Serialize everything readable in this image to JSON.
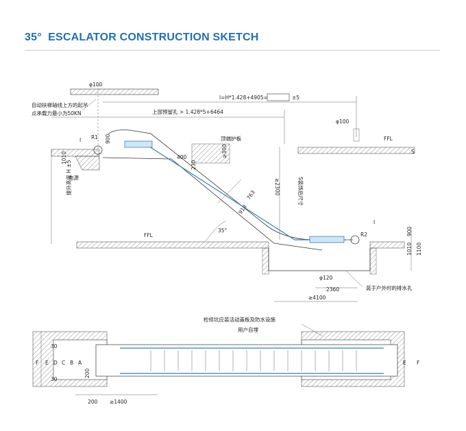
{
  "title": {
    "deg": "35°",
    "text": "ESCALATOR CONSTRUCTION SKETCH"
  },
  "labels": {
    "phi100_top": "φ100",
    "phi100_right": "φ100",
    "phi120": "φ120",
    "formula_l": "l=H*1.428+4905=",
    "formula_tol": "±5",
    "lift_note_1": "自动扶梯轴线上方的起吊",
    "lift_note_2": "点承载力最小为50KN",
    "top_opening": "上部预留孔 > 1.428*5+6464",
    "r1": "R1",
    "r2": "R2",
    "i_left": "I",
    "i_right": "I",
    "d900_top": "900",
    "d1010_left": "1010",
    "power": "电源",
    "top_guard": "顶端护板",
    "d400": "400",
    "d230": "230",
    "d300": "≥300",
    "d2300": "≥2300",
    "s_after": "S装饰后尺寸",
    "rise_height": "提升高度 H ±5",
    "ffl_left": "FFL",
    "ffl_right": "FFL",
    "s_mark": "S",
    "d918": "918",
    "d763": "763",
    "angle": "35°",
    "d900_right": "900",
    "d1010_right": "1010",
    "d1100": "1100",
    "d2360": "2360",
    "d4100": "≥4100",
    "drain": "装于户外时的排水孔",
    "pit_note": "检修坑应装活动盖板及防水设施",
    "user_buried": "用户自埋",
    "pl_F_left": "F",
    "pl_E_left": "E",
    "pl_D": "D",
    "pl_C": "C",
    "pl_B": "B",
    "pl_A": "A",
    "pl_30a": "30",
    "pl_30b": "30",
    "pl_200_side": "200",
    "pl_E_right": "E",
    "pl_F_right": "F",
    "pl_200": "200",
    "pl_1400": "≥1400"
  }
}
